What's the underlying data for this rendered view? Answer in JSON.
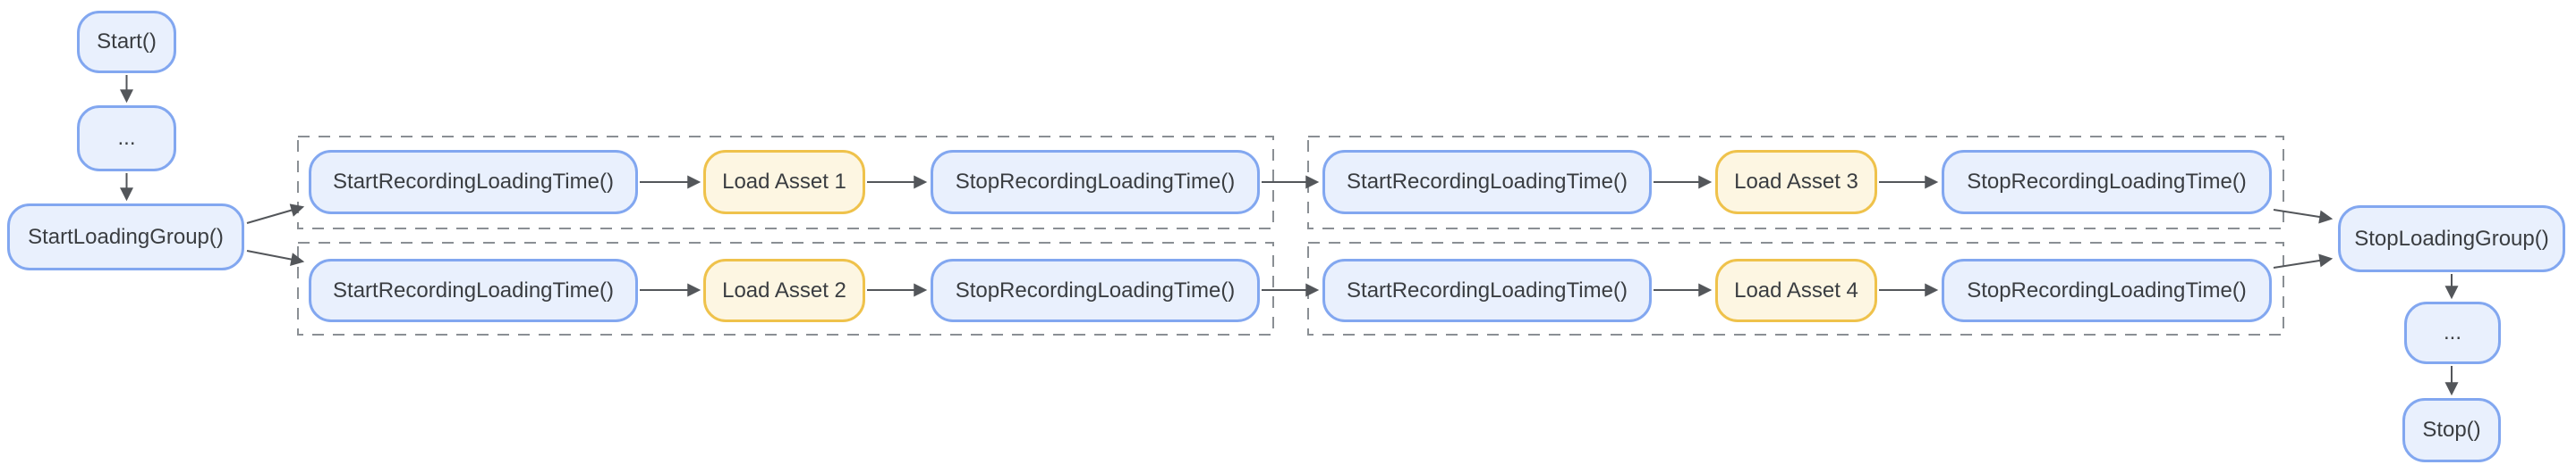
{
  "flow": {
    "start_label": "Start()",
    "ellipsis_label": "...",
    "start_group_label": "StartLoadingGroup()",
    "stop_group_label": "StopLoadingGroup()",
    "stop_label": "Stop()",
    "groups": [
      {
        "rows": [
          {
            "start": "StartRecordingLoadingTime()",
            "load": "Load Asset 1",
            "stop": "StopRecordingLoadingTime()"
          },
          {
            "start": "StartRecordingLoadingTime()",
            "load": "Load Asset 2",
            "stop": "StopRecordingLoadingTime()"
          }
        ]
      },
      {
        "rows": [
          {
            "start": "StartRecordingLoadingTime()",
            "load": "Load Asset 3",
            "stop": "StopRecordingLoadingTime()"
          },
          {
            "start": "StartRecordingLoadingTime()",
            "load": "Load Asset 4",
            "stop": "StopRecordingLoadingTime()"
          }
        ]
      }
    ],
    "colors": {
      "node_fill": "#E9F0FD",
      "node_border": "#82A7F0",
      "asset_fill": "#FDF6E2",
      "asset_border": "#EFC24B",
      "text": "#3A3D41",
      "arrow": "#53565A",
      "group_outline": "#8A8F94",
      "canvas": "#FFFFFF"
    }
  }
}
